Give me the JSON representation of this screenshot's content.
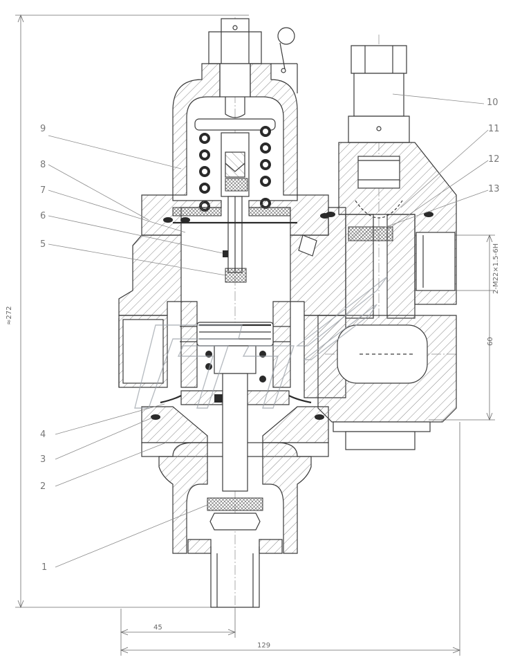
{
  "callouts": {
    "n1": "1",
    "n2": "2",
    "n3": "3",
    "n4": "4",
    "n5": "5",
    "n6": "6",
    "n7": "7",
    "n8": "8",
    "n9": "9",
    "n10": "10",
    "n11": "11",
    "n12": "12",
    "n13": "13"
  },
  "dimensions": {
    "overall_height": "≈272",
    "thread_spec": "2-M22×1.5-6H",
    "dim_60": "60",
    "dim_45": "45",
    "dim_129": "129"
  }
}
